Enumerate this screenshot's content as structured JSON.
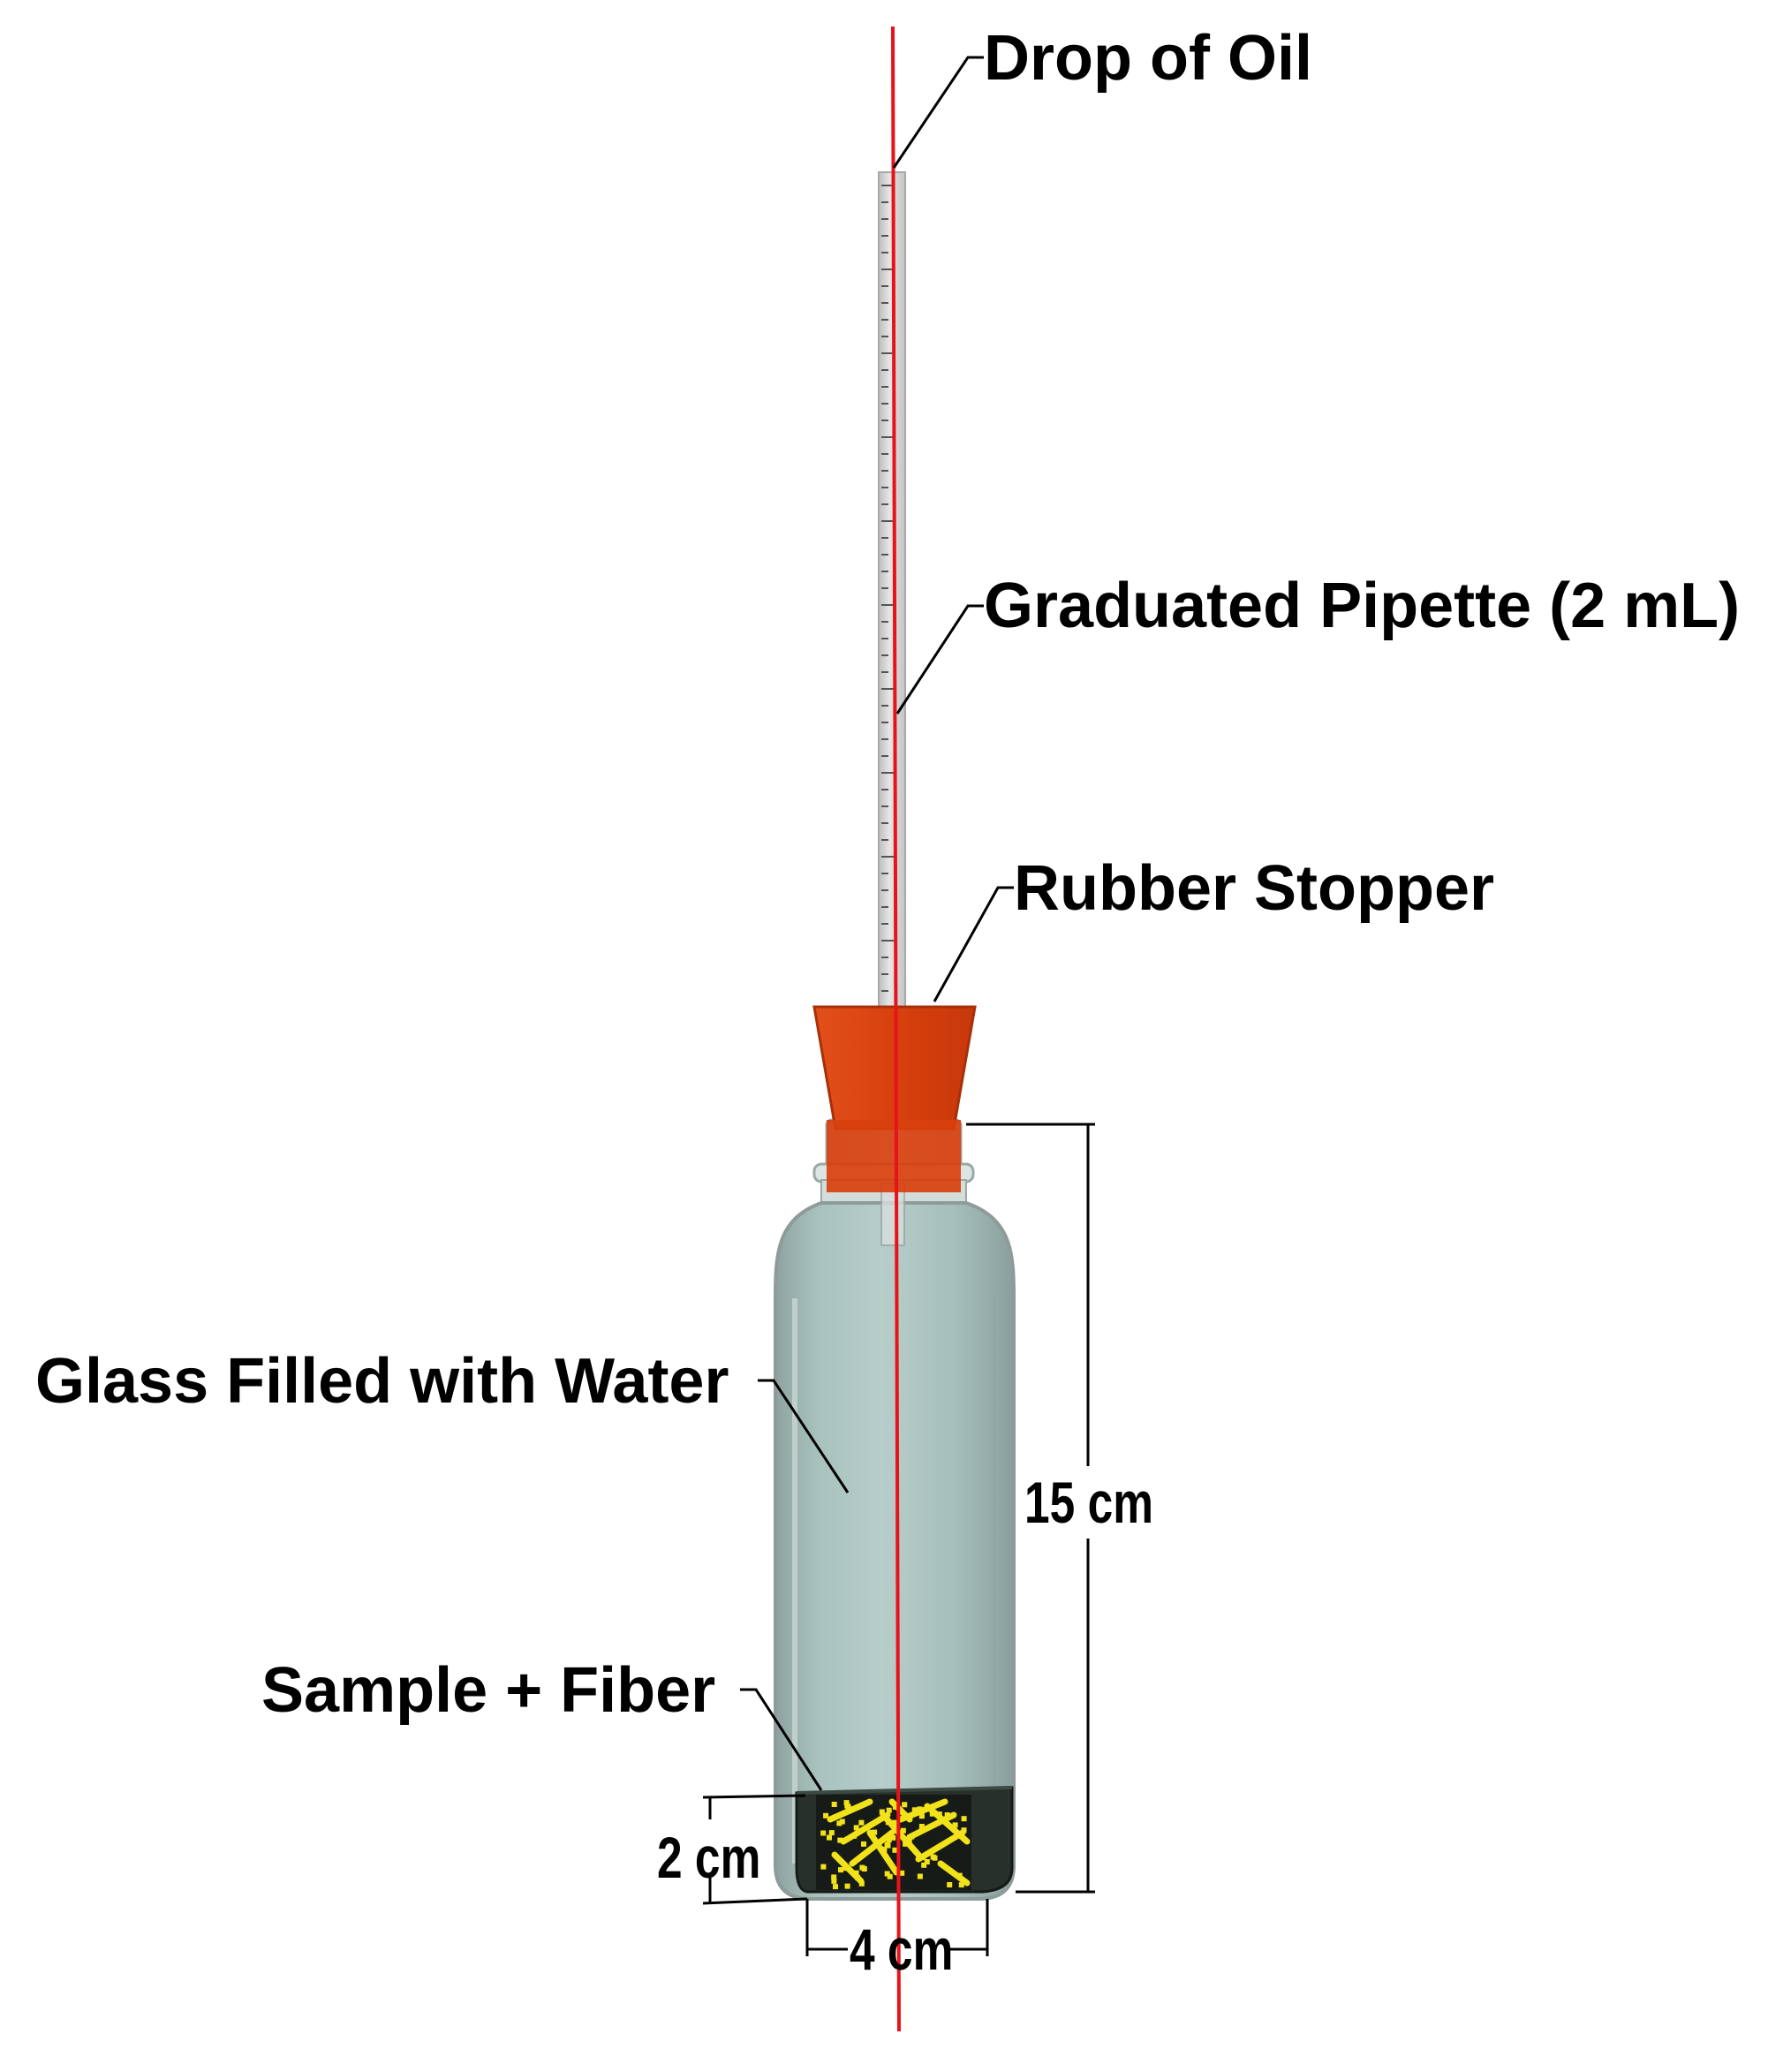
{
  "labels": {
    "drop_of_oil": "Drop of Oil",
    "graduated_pipette": "Graduated Pipette (2 mL)",
    "rubber_stopper": "Rubber Stopper",
    "glass_filled_with_water": "Glass Filled with Water",
    "sample_fiber": "Sample + Fiber"
  },
  "dimensions": {
    "height": "15 cm",
    "sample_height": "2 cm",
    "width": "4 cm"
  },
  "colors": {
    "axis_line": "#e8131a",
    "stopper": "#d9400f",
    "glass_water": "#a4bdb9",
    "sample_dark": "#1f2a24",
    "fiber": "#f2e21a",
    "pipette": "#d9d9d9"
  }
}
